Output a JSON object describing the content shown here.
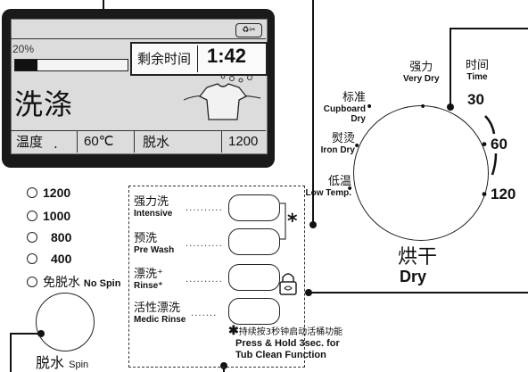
{
  "display": {
    "progress_label": "20%",
    "progress_value": 0.2,
    "remaining_label": "剩余时间",
    "remaining_time": "1:42",
    "cycle_text": "洗涤",
    "temp_label": "温度",
    "temp_value": "60℃",
    "spin_label": "脱水",
    "spin_value": "1200"
  },
  "spin_selector": {
    "options": [
      "1200",
      "1000",
      "800",
      "400"
    ],
    "no_spin_cn": "免脱水",
    "no_spin_en": "No Spin",
    "label_cn": "脱水",
    "label_en": "Spin"
  },
  "options": [
    {
      "cn": "强力洗",
      "en": "Intensive"
    },
    {
      "cn": "预洗",
      "en": "Pre Wash"
    },
    {
      "cn": "漂洗⁺",
      "en": "Rinse⁺"
    },
    {
      "cn": "活性漂洗",
      "en": "Medic Rinse"
    }
  ],
  "press_hold": {
    "line1": "持续按3秒钟启动活桶功能",
    "line2": "Press & Hold 3sec. for",
    "line3": "Tub Clean Function"
  },
  "dry": {
    "title_cn": "烘干",
    "title_en": "Dry",
    "levels": [
      {
        "cn": "强力",
        "en": "Very Dry"
      },
      {
        "cn": "标准",
        "en": "Cupboard Dry"
      },
      {
        "cn": "熨烫",
        "en": "Iron Dry"
      },
      {
        "cn": "低温",
        "en": "Low Temp."
      }
    ],
    "time_cn": "时间",
    "time_en": "Time",
    "times": [
      "30",
      "60",
      "120"
    ]
  }
}
